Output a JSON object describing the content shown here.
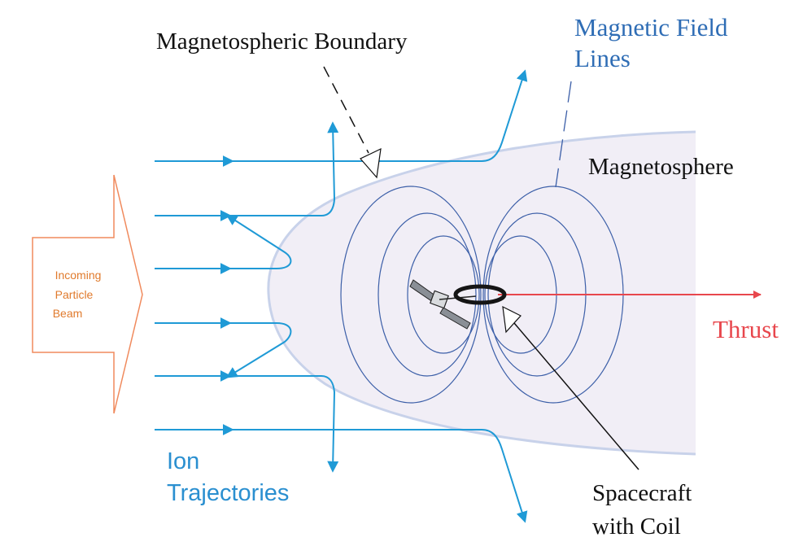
{
  "labels": {
    "magnetospheric_boundary": "Magnetospheric Boundary",
    "magnetic_field_line1": "Magnetic Field",
    "magnetic_field_line2": "Lines",
    "magnetosphere": "Magnetosphere",
    "incoming_line1": "Incoming",
    "incoming_line2": "Particle",
    "incoming_line3": "Beam",
    "thrust": "Thrust",
    "ion_line1": "Ion",
    "ion_line2": "Trajectories",
    "spacecraft_line1": "Spacecraft",
    "spacecraft_line2": "with Coil"
  },
  "colors": {
    "ion_blue": "#1f9ad6",
    "field_blue": "#3c5fa8",
    "label_blue": "#2f6db5",
    "ion_label_blue": "#2a8fd0",
    "thrust_red": "#e8474d",
    "beam_orange": "#f08a5d",
    "beam_text": "#e07a2c",
    "magnetosphere_fill": "#f1eef6",
    "boundary_stroke": "#c8d2ea",
    "text_dark": "#111111"
  }
}
